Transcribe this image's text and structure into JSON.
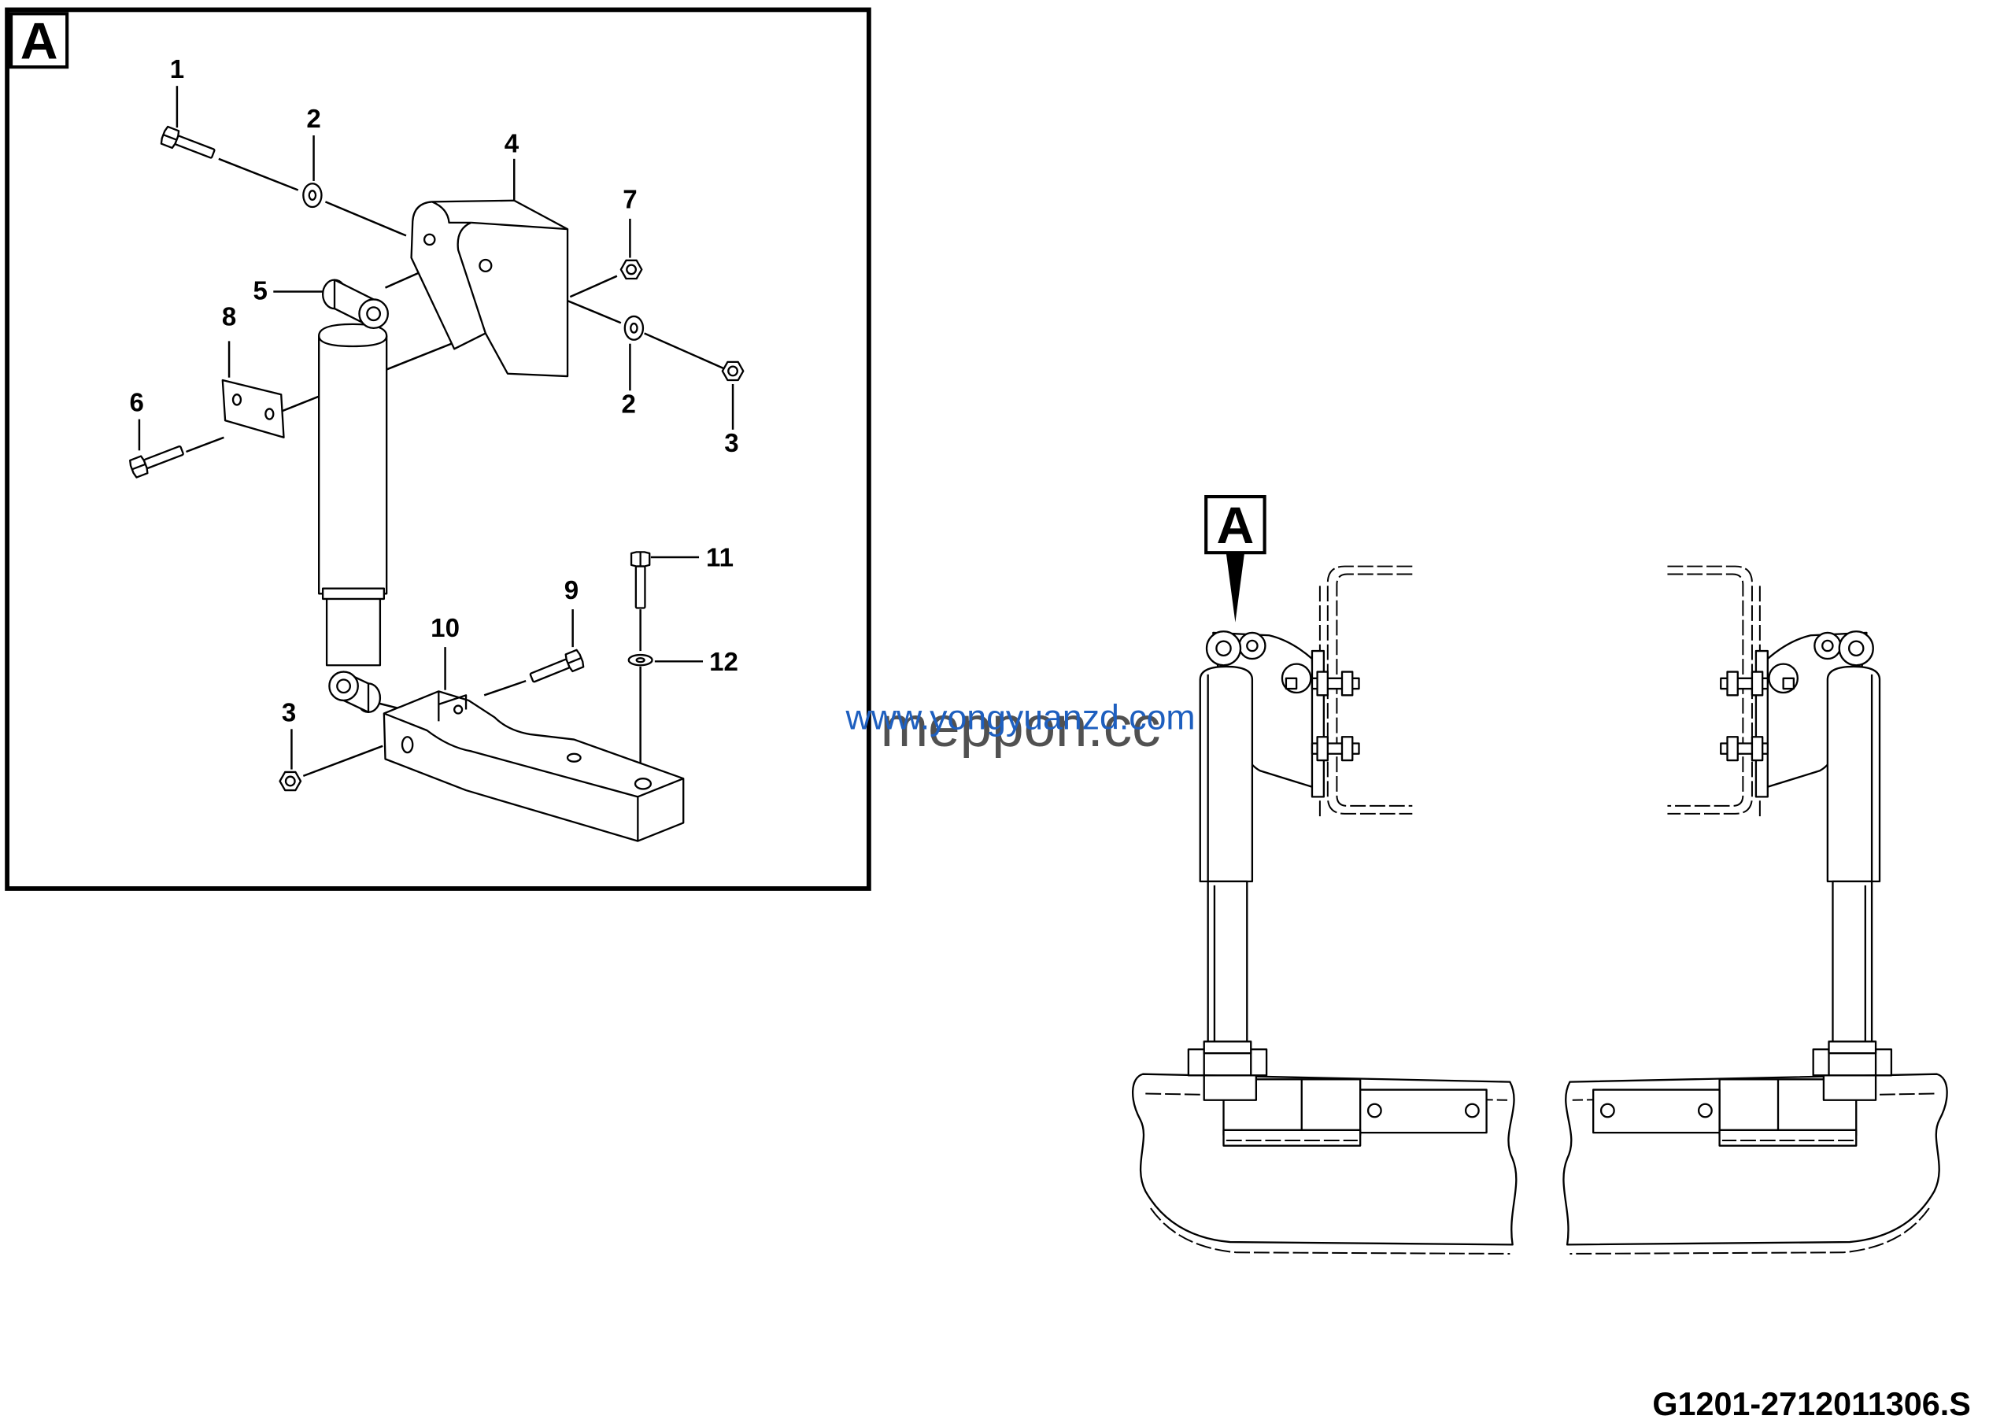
{
  "detail_view": {
    "view_label": "A",
    "callouts": [
      "1",
      "2",
      "4",
      "7",
      "5",
      "8",
      "6",
      "2",
      "3",
      "11",
      "9",
      "10",
      "12",
      "3"
    ]
  },
  "assembly_view": {
    "view_callout": "A"
  },
  "watermarks": {
    "url": "www.yongyuanzd.com",
    "overlay": "meppon.cc"
  },
  "drawing_number": "G1201-2712011306.S",
  "colors": {
    "line": "#000000",
    "watermark_url": "#1e5fbf",
    "watermark_overlay": "#333333"
  }
}
